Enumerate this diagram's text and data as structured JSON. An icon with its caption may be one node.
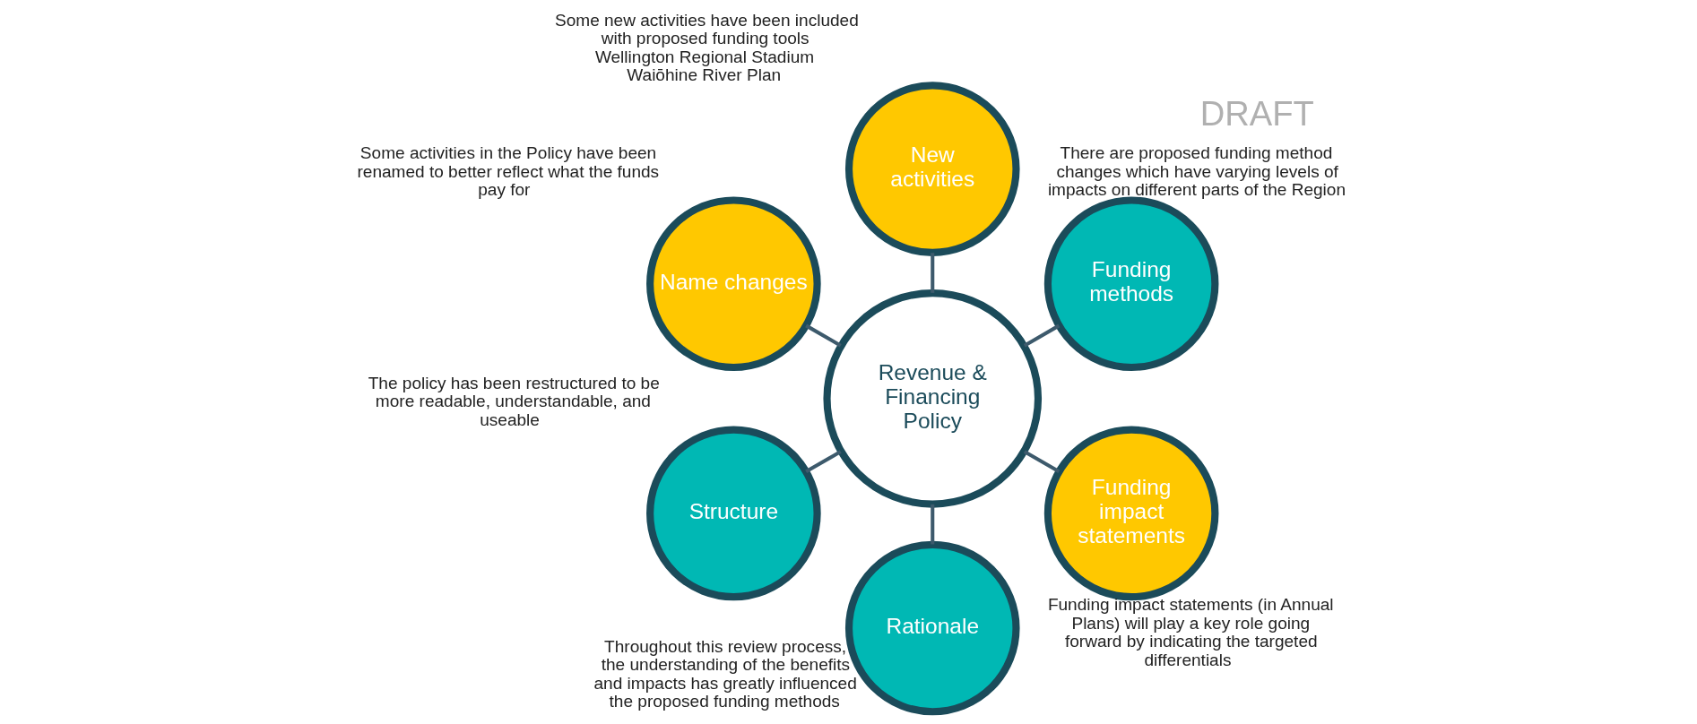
{
  "diagram": {
    "nodes": [
      {
        "text": [
          "Revenue & Financing Policy"
        ]
      },
      {
        "text": [
          "Funding methods"
        ],
        "beside": [
          "There are proposed funding method changes which have varying levels of impacts on different parts of the Region"
        ]
      },
      {
        "text": [
          "New activities"
        ],
        "beside": [
          "Some new activities have been included with proposed funding tools",
          "Wellington Regional Stadium",
          "Waiōhine River Plan"
        ]
      },
      {
        "text": [
          "Name changes"
        ],
        "beside": [
          "Some activities in the Policy have been renamed to better reflect what the funds pay for"
        ]
      },
      {
        "text": [
          "Structure"
        ],
        "beside": [
          "The policy has been restructured to be more readable, understandable, and useable"
        ]
      },
      {
        "text": [
          "Rationale"
        ],
        "beside": [
          "Throughout this review process, the understanding of the benefits and impacts has greatly influenced the proposed funding methods"
        ]
      },
      {
        "text": [
          "Funding impact statements"
        ],
        "beside": [
          "Funding impact statements (in Annual Plans) will play a key role going forward by indicating the targeted differentials"
        ]
      }
    ],
    "edges": [
      {
        "from": 0,
        "to": 1,
        "arrow": "none"
      },
      {
        "from": 0,
        "to": 2,
        "arrow": "none"
      },
      {
        "from": 0,
        "to": 3,
        "arrow": "none"
      },
      {
        "from": 0,
        "to": 4,
        "arrow": "none"
      },
      {
        "from": 0,
        "to": 5,
        "arrow": "none"
      },
      {
        "from": 0,
        "to": 6,
        "arrow": "none"
      }
    ],
    "labels": [
      "DRAFT"
    ]
  }
}
